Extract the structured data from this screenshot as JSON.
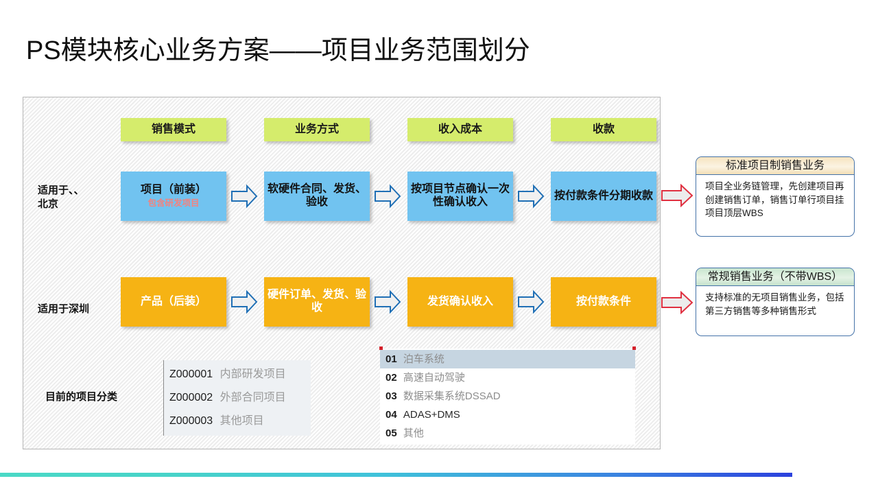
{
  "slide": {
    "title": "PS模块核心业务方案——项目业务范围划分",
    "accent_teal": "#4ad9c6",
    "accent_blue": "#2b41dd"
  },
  "column_headers": [
    {
      "label": "销售模式"
    },
    {
      "label": "业务方式"
    },
    {
      "label": "收入成本"
    },
    {
      "label": "收款"
    }
  ],
  "rows": [
    {
      "label_line1": "适用于、、",
      "label_line2": "北京",
      "color": "#71c3f0",
      "boxes": [
        {
          "title": "项目（前装）",
          "subtitle": "包含研发项目"
        },
        {
          "title": "软硬件合同、发货、验收",
          "subtitle": ""
        },
        {
          "title": "按项目节点确认一次性确认收入",
          "subtitle": ""
        },
        {
          "title": "按付款条件分期收款",
          "subtitle": ""
        }
      ],
      "callout": {
        "header": "标准项目制销售业务",
        "body": "项目全业务链管理，先创建项目再创建销售订单，销售订单行项目挂项目顶层WBS"
      }
    },
    {
      "label_line1": "适用于深圳",
      "label_line2": "",
      "color": "#f6b314",
      "boxes": [
        {
          "title": "产品（后装）",
          "subtitle": ""
        },
        {
          "title": "硬件订单、发货、验收",
          "subtitle": ""
        },
        {
          "title": "发货确认收入",
          "subtitle": ""
        },
        {
          "title": "按付款条件",
          "subtitle": ""
        }
      ],
      "callout": {
        "header": "常规销售业务（不带WBS）",
        "body": "支持标准的无项目销售业务，包括第三方销售等多种销售形式"
      }
    }
  ],
  "classification": {
    "label": "目前的项目分类",
    "categories": [
      {
        "code": "Z000001",
        "desc": "内部研发项目"
      },
      {
        "code": "Z000002",
        "desc": "外部合同项目"
      },
      {
        "code": "Z000003",
        "desc": "其他项目"
      }
    ],
    "subtypes": [
      {
        "num": "01",
        "text": "泊车系统",
        "selected": true,
        "dark": false
      },
      {
        "num": "02",
        "text": "高速自动驾驶",
        "selected": false,
        "dark": false
      },
      {
        "num": "03",
        "text": "数据采集系统DSSAD",
        "selected": false,
        "dark": false
      },
      {
        "num": "04",
        "text": "ADAS+DMS",
        "selected": false,
        "dark": true
      },
      {
        "num": "05",
        "text": "其他",
        "selected": false,
        "dark": false
      }
    ]
  }
}
